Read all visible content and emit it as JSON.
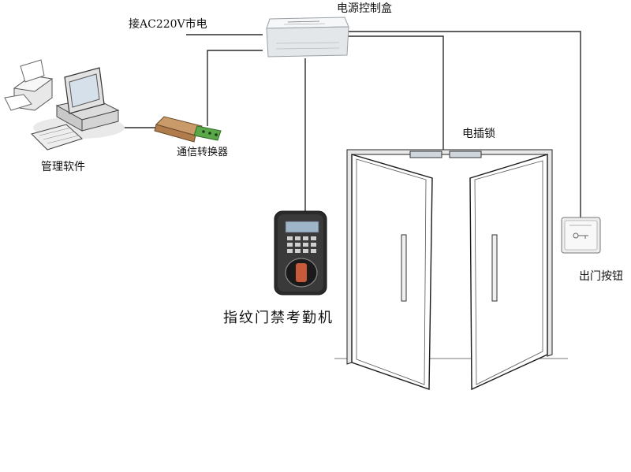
{
  "labels": {
    "power_box": "电源控制盒",
    "mains": "接AC220V市电",
    "converter": "通信转换器",
    "software": "管理软件",
    "electric_lock": "电插锁",
    "exit_button": "出门按钮",
    "reader": "指纹门禁考勤机"
  },
  "colors": {
    "line": "#2b2b2b",
    "door_frame": "#d8d8d8",
    "door_edge": "#1a1a1a",
    "box_fill": "#eef0f2",
    "reader_body": "#2a2a2a",
    "reader_screen": "#9fb6c8"
  },
  "icons": {
    "computer": "desktop-computer-icon",
    "printer": "printer-icon",
    "converter": "serial-converter-icon",
    "exit_button": "exit-button-icon",
    "reader": "fingerprint-reader-icon"
  }
}
